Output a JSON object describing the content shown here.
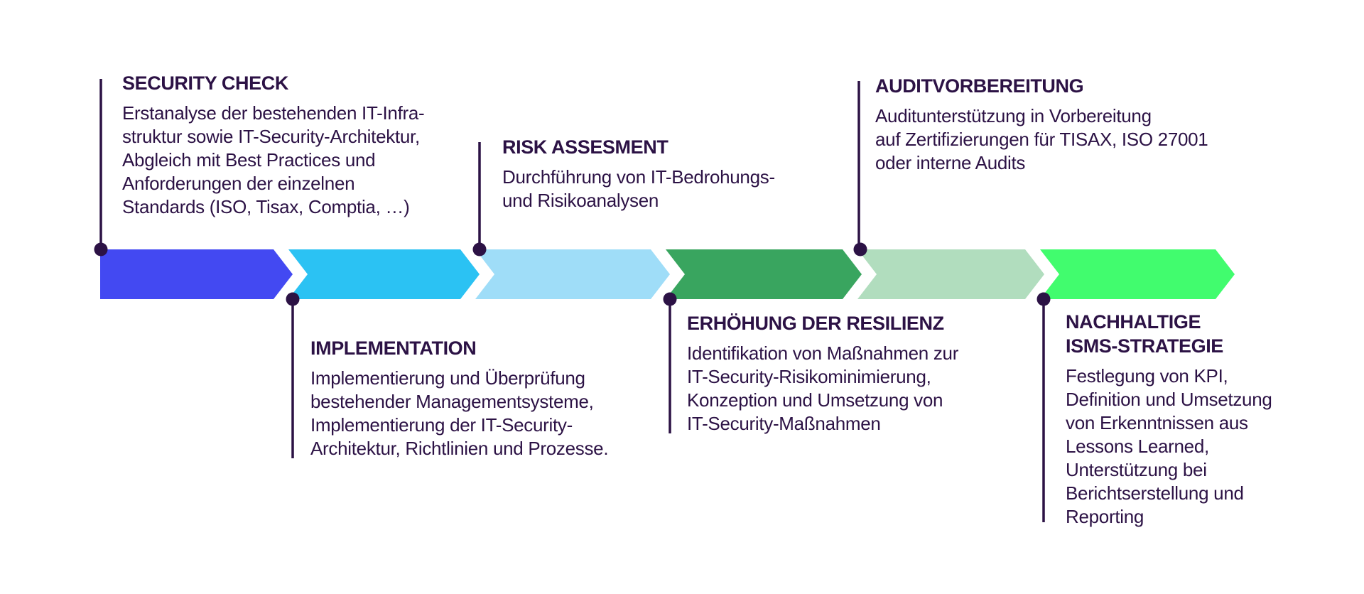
{
  "theme": {
    "background": "#ffffff",
    "ink": "#2c1245"
  },
  "diagram": {
    "type": "process-arrow-timeline",
    "direction": "left-to-right",
    "steps": [
      {
        "id": 1,
        "label_position": "above",
        "title": "SECURITY CHECK",
        "description": "Erstanalyse der bestehenden IT-Infra-\nstruktur sowie IT-Security-Architektur,\nAbgleich mit Best Practices und\nAnforderungen der einzelnen\nStandards (ISO, Tisax, Comptia, …)",
        "arrow_color": "#4349f2"
      },
      {
        "id": 2,
        "label_position": "below",
        "title": "IMPLEMENTATION",
        "description": "Implementierung und Überprüfung\nbestehender Managementsysteme,\nImplementierung der IT-Security-\nArchitektur, Richtlinien und Prozesse.",
        "arrow_color": "#2bc2f3"
      },
      {
        "id": 3,
        "label_position": "above",
        "title": "RISK ASSESMENT",
        "description": "Durchführung von IT-Bedrohungs-\nund Risikoanalysen",
        "arrow_color": "#9fddf8"
      },
      {
        "id": 4,
        "label_position": "below",
        "title": "ERHÖHUNG DER RESILIENZ",
        "description": "Identifikation von Maßnahmen zur\nIT-Security-Risikominimierung,\nKonzeption und Umsetzung von\nIT-Security-Maßnahmen",
        "arrow_color": "#39a55f"
      },
      {
        "id": 5,
        "label_position": "above",
        "title": "AUDITVORBEREITUNG",
        "description": "Auditunterstützung in Vorbereitung\nauf Zertifizierungen für TISAX, ISO 27001\noder interne Audits",
        "arrow_color": "#b1ddbe"
      },
      {
        "id": 6,
        "label_position": "below",
        "title": "NACHHALTIGE\nISMS-STRATEGIE",
        "description": "Festlegung von KPI,\nDefinition und Umsetzung\nvon Erkenntnissen aus\nLessons Learned,\nUnterstützung bei\nBerichtserstellung und\nReporting",
        "arrow_color": "#41fc6e"
      }
    ]
  }
}
